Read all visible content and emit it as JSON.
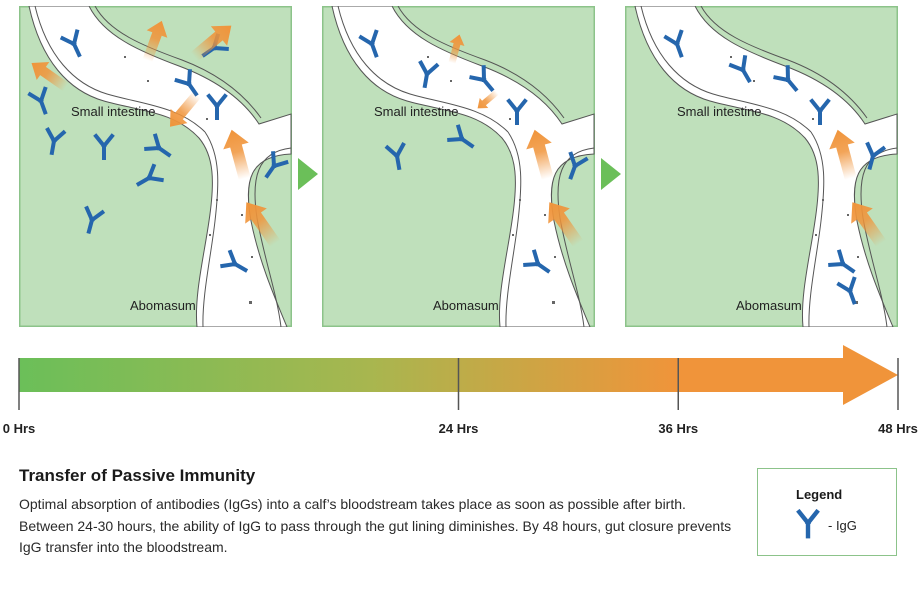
{
  "panels": [
    {
      "small_intestine": "Small intestine",
      "abomasum": "Abomasum"
    },
    {
      "small_intestine": "Small intestine",
      "abomasum": "Abomasum"
    },
    {
      "small_intestine": "Small intestine",
      "abomasum": "Abomasum"
    }
  ],
  "timeline": {
    "ticks": [
      {
        "label": "0 Hrs",
        "hours": 0
      },
      {
        "label": "24 Hrs",
        "hours": 24
      },
      {
        "label": "36 Hrs",
        "hours": 36
      },
      {
        "label": "48 Hrs",
        "hours": 48
      }
    ],
    "gradient_start": "#6bbf59",
    "gradient_end": "#f0943a"
  },
  "title": "Transfer of Passive Immunity",
  "description": "Optimal absorption of antibodies (IgGs) into a calf’s bloodstream takes place as soon as possible after birth. Between 24-30 hours, the ability of IgG to pass through the gut lining diminishes. By 48 hours, gut closure prevents IgG transfer into the bloodstream.",
  "legend": {
    "title": "Legend",
    "igg_label": "- IgG",
    "icon": "igg-antibody-icon"
  },
  "colors": {
    "tissue": "#bfe0bb",
    "tissue_border": "#8cc38a",
    "igg": "#2566ad",
    "arrow": "#f0943a",
    "chevron": "#6bbf59"
  }
}
